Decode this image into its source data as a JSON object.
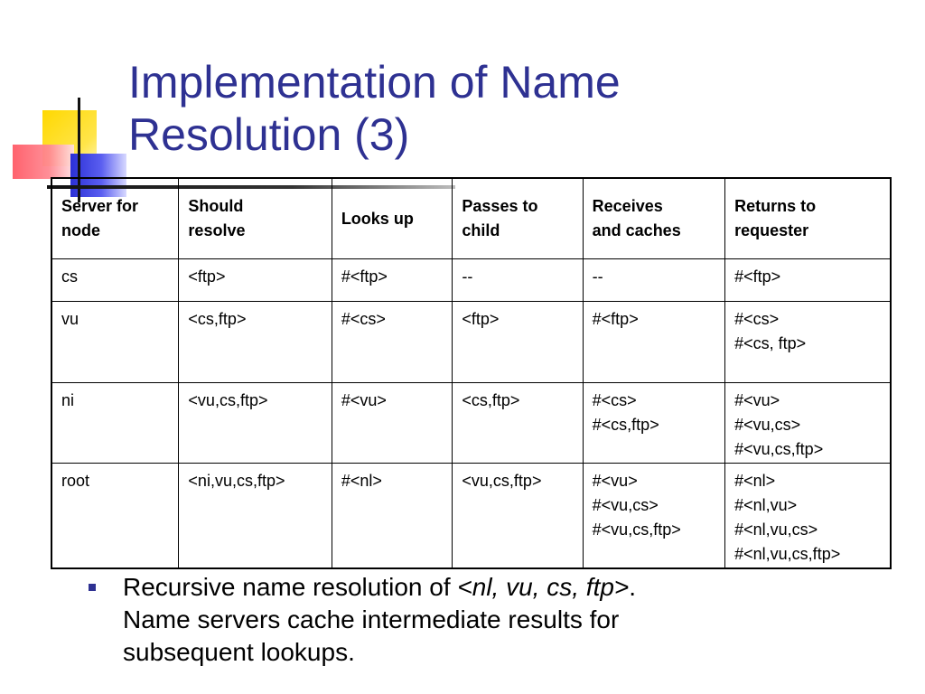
{
  "slide": {
    "title_line1": "Implementation of Name",
    "title_line2": "Resolution (3)"
  },
  "colors": {
    "title": "#2e3192",
    "bullet": "#2e3192",
    "deco_yellow": "#ffd800",
    "deco_red": "#ff5a66",
    "deco_blue": "#2b30d6"
  },
  "table": {
    "headers": [
      [
        "Server for",
        "node"
      ],
      [
        "Should",
        "resolve"
      ],
      [
        "Looks up"
      ],
      [
        "Passes to",
        "child"
      ],
      [
        "Receives",
        "and caches"
      ],
      [
        "Returns to",
        "requester"
      ]
    ],
    "rows": [
      [
        [
          "cs"
        ],
        [
          "<ftp>"
        ],
        [
          "#<ftp>"
        ],
        [
          "--"
        ],
        [
          "--"
        ],
        [
          "#<ftp>"
        ]
      ],
      [
        [
          "vu"
        ],
        [
          "<cs,ftp>"
        ],
        [
          "#<cs>"
        ],
        [
          "<ftp>"
        ],
        [
          "#<ftp>"
        ],
        [
          "#<cs>",
          "#<cs, ftp>"
        ]
      ],
      [
        [
          "ni"
        ],
        [
          "<vu,cs,ftp>"
        ],
        [
          "#<vu>"
        ],
        [
          "<cs,ftp>"
        ],
        [
          "#<cs>",
          "#<cs,ftp>"
        ],
        [
          "#<vu>",
          "#<vu,cs>",
          "#<vu,cs,ftp>"
        ]
      ],
      [
        [
          "root"
        ],
        [
          "<ni,vu,cs,ftp>"
        ],
        [
          "#<nl>"
        ],
        [
          "<vu,cs,ftp>"
        ],
        [
          "#<vu>",
          "#<vu,cs>",
          "#<vu,cs,ftp>"
        ],
        [
          "#<nl>",
          "#<nl,vu>",
          "#<nl,vu,cs>",
          "#<nl,vu,cs,ftp>"
        ]
      ]
    ]
  },
  "bullet": {
    "prefix": "Recursive name resolution of ",
    "emphasis": "<nl, vu, cs, ftp>",
    "suffix": ".",
    "line2": "Name servers cache intermediate results for",
    "line3": "subsequent lookups."
  }
}
